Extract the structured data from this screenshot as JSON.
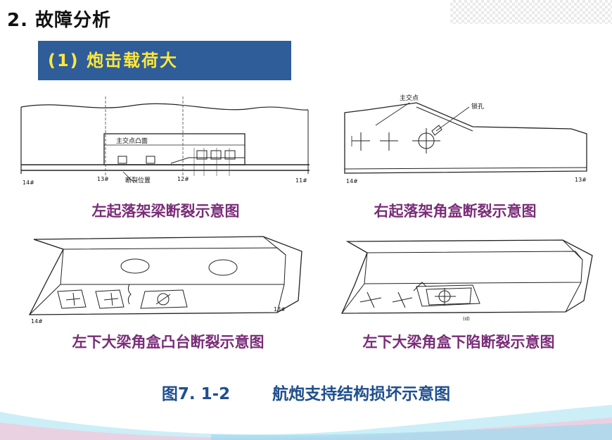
{
  "heading": "2. 故障分析",
  "subheading": "(1)  炮击载荷大",
  "figures": [
    {
      "caption": "左起落架梁断裂示意图",
      "labels": {
        "a": "主交点凸面",
        "b": "断裂位置",
        "c": "13#",
        "d": "12#",
        "e": "14#",
        "f": "11#"
      }
    },
    {
      "caption": "右起落架角盒断裂示意图",
      "labels": {
        "a": "主交点",
        "b": "锁孔",
        "c": "14#",
        "d": "13#"
      }
    },
    {
      "caption": "左下大梁角盒凸台断裂示意图",
      "labels": {
        "a": "14#",
        "b": "13#"
      }
    },
    {
      "caption": "左下大梁角盒下陷断裂示意图",
      "labels": {
        "a": "(d)"
      }
    }
  ],
  "figure_title": {
    "number": "图7. 1-2",
    "text": "航炮支持结构损坏示意图"
  },
  "colors": {
    "heading": "#111111",
    "subbox_bg": "#2e5d99",
    "subbox_text": "#ffe83a",
    "caption": "#7a2d78",
    "title": "#1f4f8e"
  }
}
